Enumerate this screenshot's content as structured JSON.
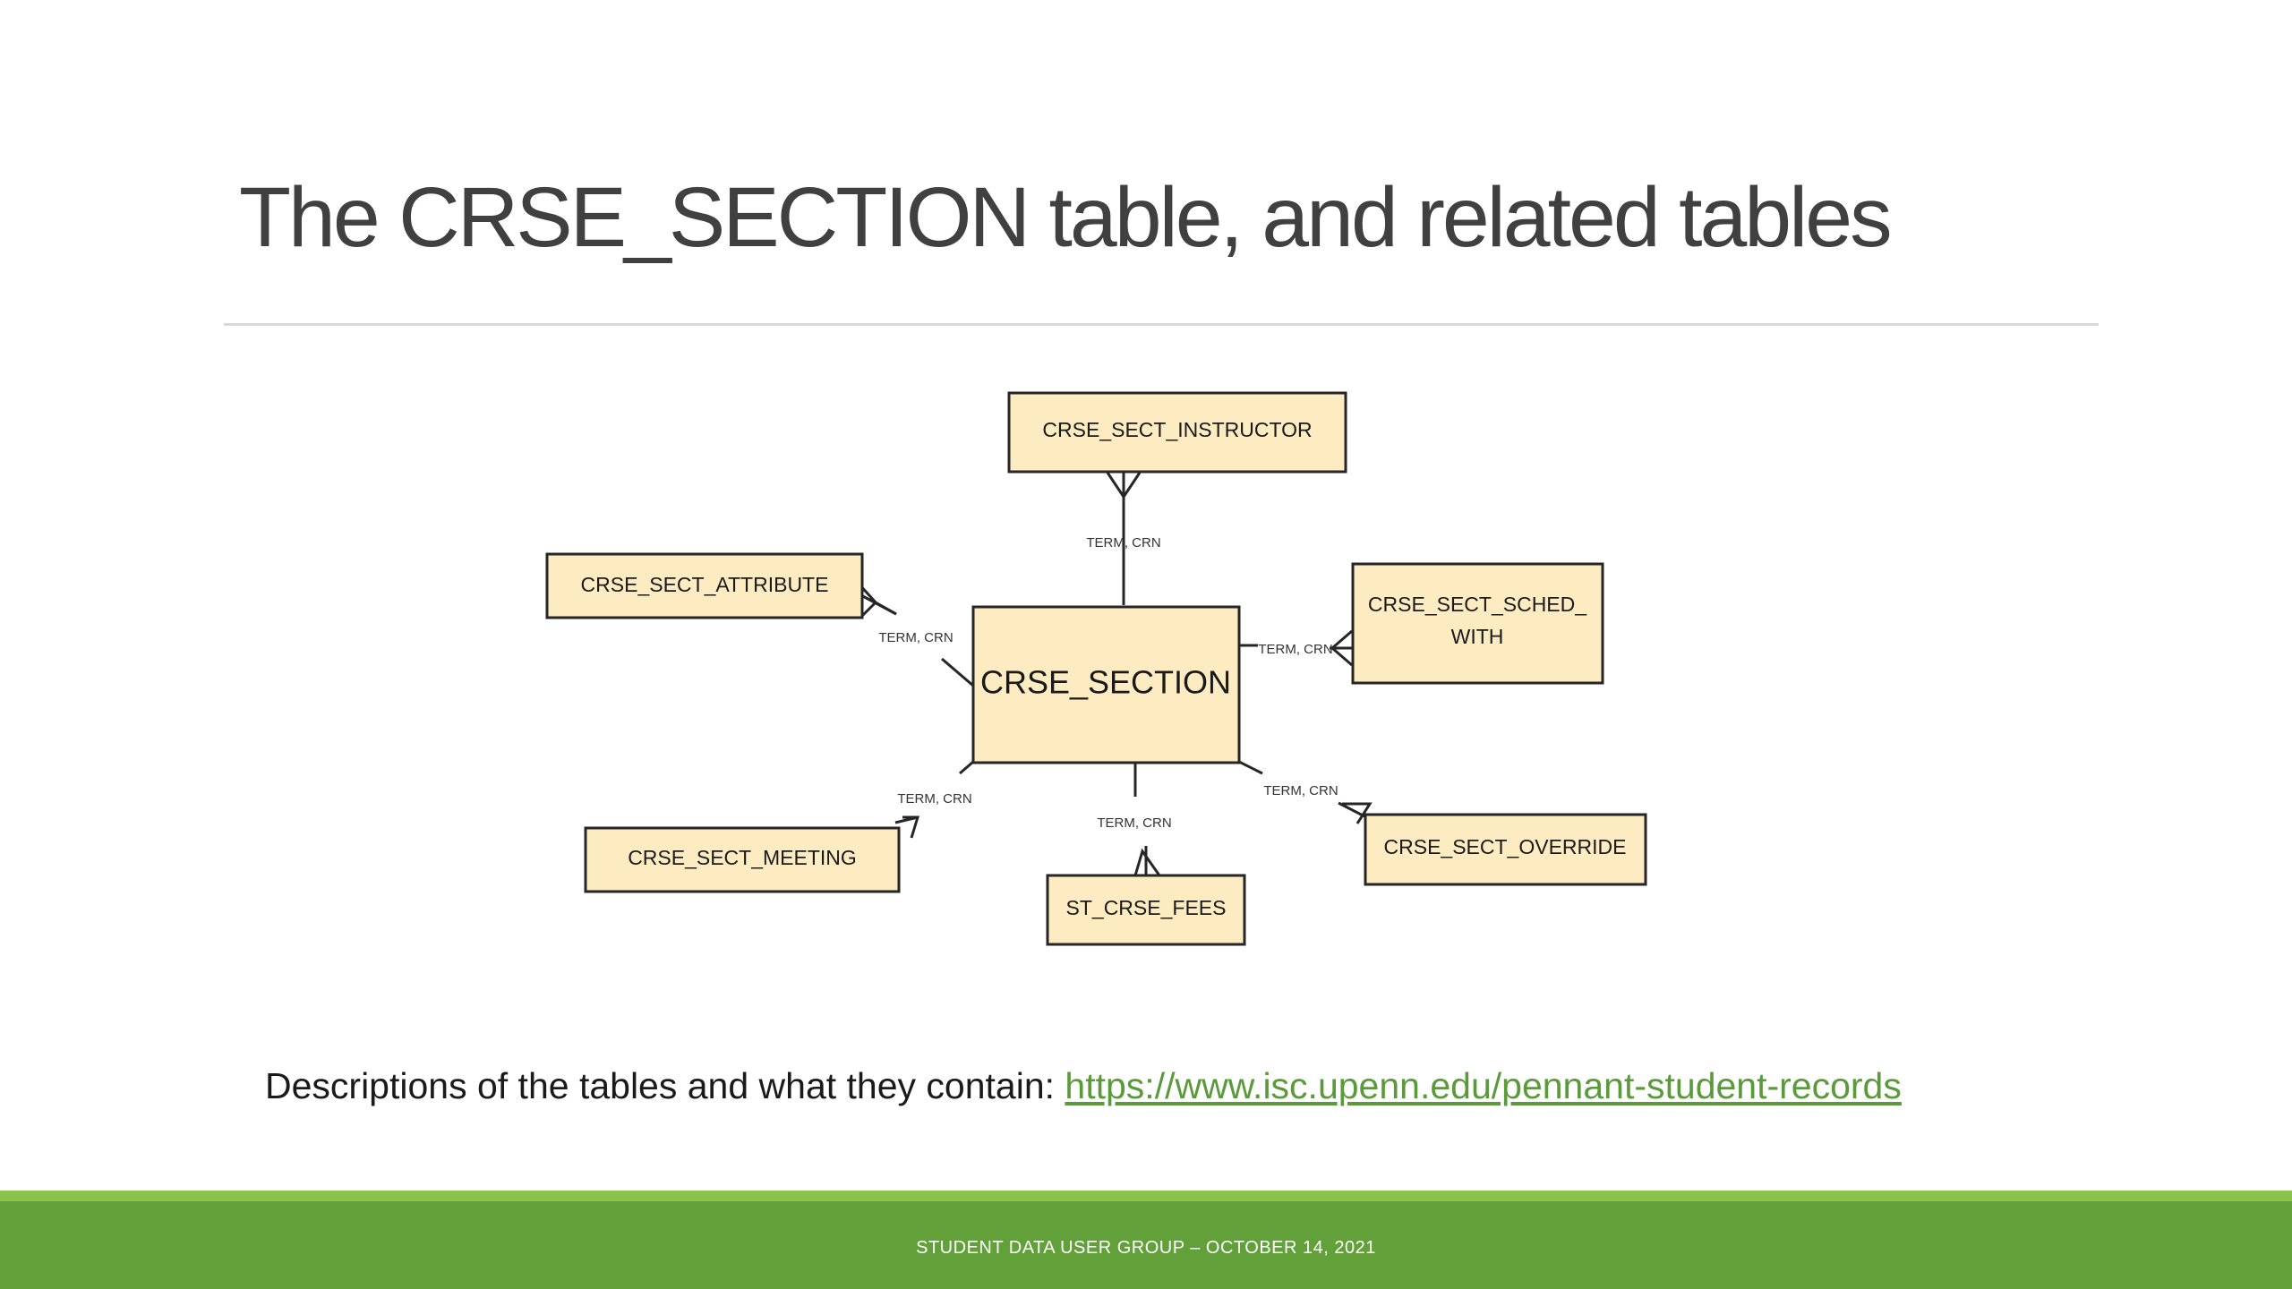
{
  "slide": {
    "title": "The CRSE_SECTION table, and related tables",
    "description_prefix": "Descriptions of the tables and what they contain: ",
    "description_link": "https://www.isc.upenn.edu/pennant-student-records",
    "footer": "STUDENT DATA USER GROUP – OCTOBER 14, 2021"
  },
  "diagram": {
    "central_entity": "CRSE_SECTION",
    "entities": [
      {
        "id": "instructor",
        "label": "CRSE_SECT_INSTRUCTOR"
      },
      {
        "id": "attribute",
        "label": "CRSE_SECT_ATTRIBUTE"
      },
      {
        "id": "sched_with",
        "label_line1": "CRSE_SECT_SCHED_",
        "label_line2": "WITH"
      },
      {
        "id": "meeting",
        "label": "CRSE_SECT_MEETING"
      },
      {
        "id": "fees",
        "label": "ST_CRSE_FEES"
      },
      {
        "id": "override",
        "label": "CRSE_SECT_OVERRIDE"
      }
    ],
    "relationship_label": "TERM, CRN",
    "relationships": [
      {
        "from": "CRSE_SECTION",
        "to": "instructor",
        "keys": "TERM, CRN",
        "cardinality": "one-to-many"
      },
      {
        "from": "CRSE_SECTION",
        "to": "attribute",
        "keys": "TERM, CRN",
        "cardinality": "one-to-many"
      },
      {
        "from": "CRSE_SECTION",
        "to": "sched_with",
        "keys": "TERM, CRN",
        "cardinality": "one-to-many"
      },
      {
        "from": "CRSE_SECTION",
        "to": "meeting",
        "keys": "TERM, CRN",
        "cardinality": "one-to-many"
      },
      {
        "from": "CRSE_SECTION",
        "to": "fees",
        "keys": "TERM, CRN",
        "cardinality": "one-to-many"
      },
      {
        "from": "CRSE_SECTION",
        "to": "override",
        "keys": "TERM, CRN",
        "cardinality": "one-to-many"
      }
    ]
  },
  "colors": {
    "title": "#404040",
    "entity_fill": "#fdecc2",
    "entity_stroke": "#262626",
    "link": "#5b9a3a",
    "footer_bar": "#62a03a",
    "footer_stripe": "#8bc34a"
  }
}
